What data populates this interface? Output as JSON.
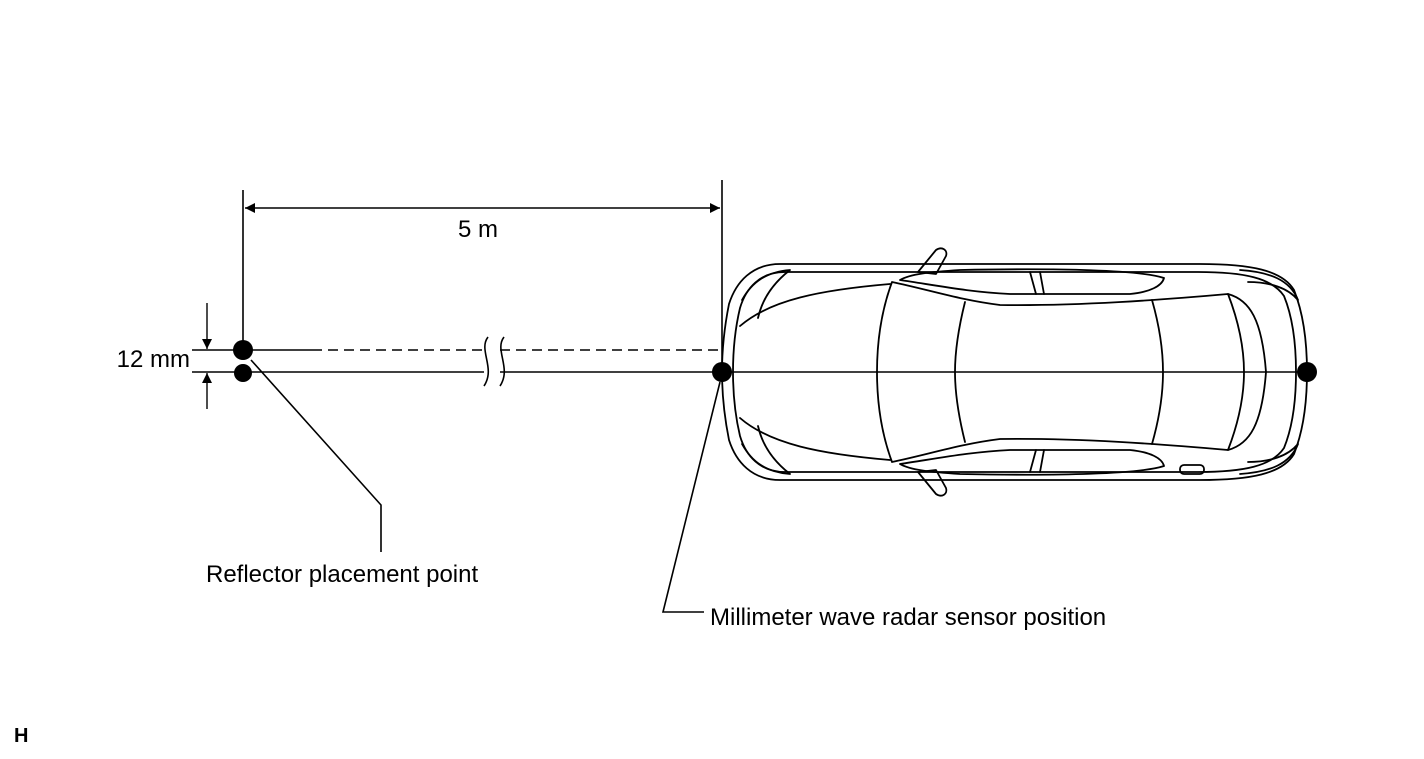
{
  "labels": {
    "distance": "5 m",
    "offset": "12 mm",
    "reflector": "Reflector placement point",
    "sensor": "Millimeter wave radar sensor position",
    "corner_mark": "H"
  },
  "colors": {
    "line": "#000000",
    "background": "#ffffff"
  }
}
